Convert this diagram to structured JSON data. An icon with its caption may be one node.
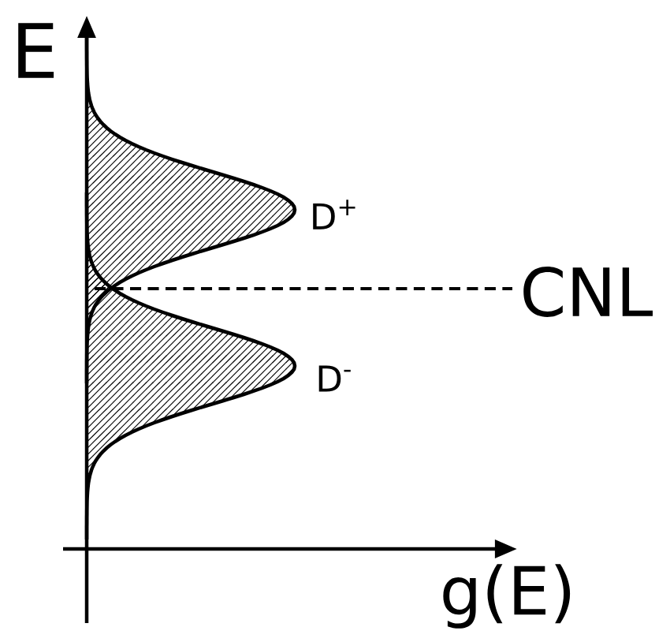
{
  "diagram": {
    "labels": [
      "E",
      "g(E)",
      "D$^{+}$",
      "D$^{-}$",
      "CNL"
    ]
  }
}
